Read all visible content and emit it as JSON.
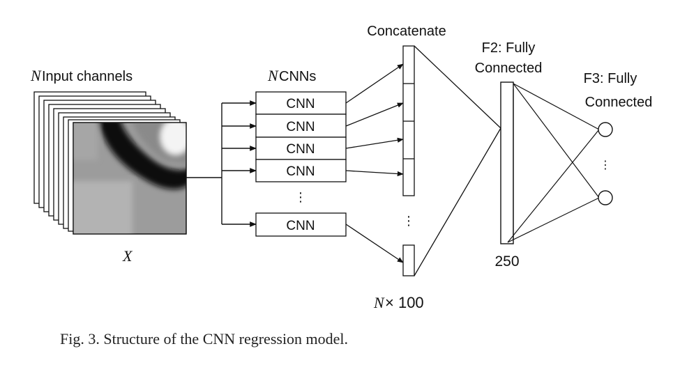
{
  "input": {
    "var": "N",
    "label": " Input channels",
    "xlabel": "X"
  },
  "cnns": {
    "var": "N",
    "label": " CNNs",
    "blocks": [
      "CNN",
      "CNN",
      "CNN",
      "CNN",
      "CNN"
    ],
    "dots": "⋮"
  },
  "concat": {
    "label": "Concatenate",
    "dots": "⋮",
    "size_var": "N",
    "size_text": " × 100"
  },
  "f2": {
    "line1": "F2: Fully",
    "line2": "Connected",
    "size": "250"
  },
  "f3": {
    "line1": "F3: Fully",
    "line2": "Connected",
    "dots": "⋮"
  },
  "caption": "Fig. 3.   Structure of the CNN regression model."
}
